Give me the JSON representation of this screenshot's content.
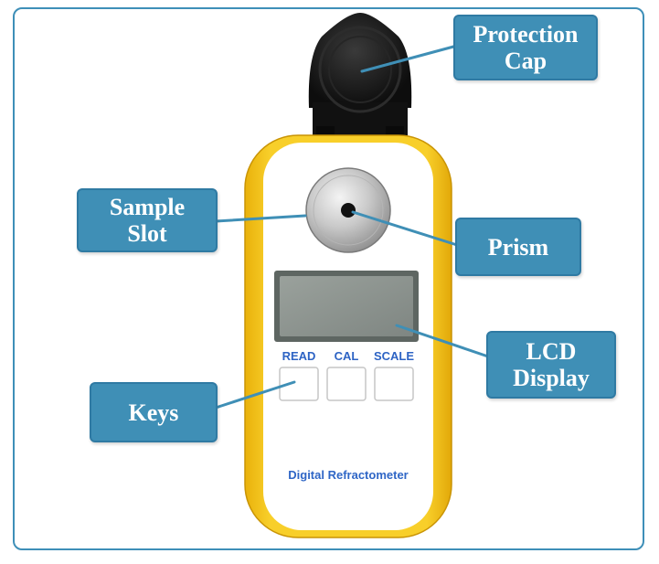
{
  "device": {
    "keys": [
      "READ",
      "CAL",
      "SCALE"
    ],
    "brand_text": "Digital Refractometer"
  },
  "callouts": {
    "protection_cap": [
      "Protection",
      "Cap"
    ],
    "sample_slot": [
      "Sample",
      "Slot"
    ],
    "prism": [
      "Prism"
    ],
    "lcd_display": [
      "LCD",
      "Display"
    ],
    "keys": [
      "Keys"
    ]
  },
  "colors": {
    "callout_fill": "#3f8fb6",
    "frame_border": "#3e8fb8",
    "housing_yellow": "#f5c518",
    "body_white": "#ffffff",
    "lcd": "#8a918c"
  }
}
